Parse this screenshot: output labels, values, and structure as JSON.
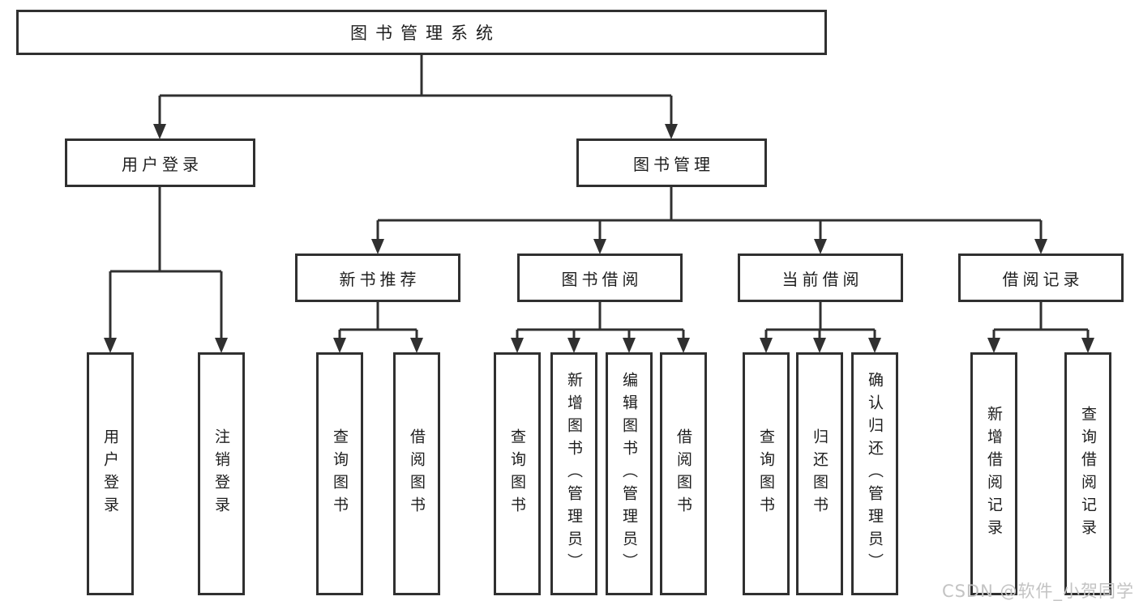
{
  "diagram": {
    "root": {
      "label": "图书管理系统"
    },
    "level2": [
      {
        "label": "用户登录"
      },
      {
        "label": "图书管理"
      }
    ],
    "level3": [
      {
        "label": "新书推荐"
      },
      {
        "label": "图书借阅"
      },
      {
        "label": "当前借阅"
      },
      {
        "label": "借阅记录"
      }
    ],
    "leaves": {
      "user_login": [
        {
          "label": "用户登录"
        },
        {
          "label": "注销登录"
        }
      ],
      "new_book": [
        {
          "label": "查询图书"
        },
        {
          "label": "借阅图书"
        }
      ],
      "book_borrow": [
        {
          "label": "查询图书"
        },
        {
          "label": "新增图书（管理员）"
        },
        {
          "label": "编辑图书（管理员）"
        },
        {
          "label": "借阅图书"
        }
      ],
      "current_borrow": [
        {
          "label": "查询图书"
        },
        {
          "label": "归还图书"
        },
        {
          "label": "确认归还（管理员）"
        }
      ],
      "borrow_record": [
        {
          "label": "新增借阅记录"
        },
        {
          "label": "查询借阅记录"
        }
      ]
    },
    "watermark": "CSDN @软件_小贺同学",
    "colors": {
      "line": "#303030",
      "text": "#1e1e1e",
      "watermark": "#c3c3c3",
      "background": "#ffffff"
    }
  }
}
